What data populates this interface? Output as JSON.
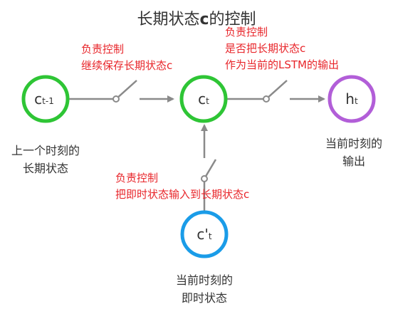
{
  "title": {
    "pre": "长期状态",
    "bold": "c",
    "post": "的控制"
  },
  "colors": {
    "green": "#2ec535",
    "purple": "#b25ed8",
    "blue": "#1a9ce8",
    "red": "#e8252a",
    "line": "#8a8a8a"
  },
  "nodes": {
    "c_prev": {
      "main": "c",
      "sub": "t-1"
    },
    "c_t": {
      "main": "c",
      "sub": "t"
    },
    "h_t": {
      "main": "h",
      "sub": "t"
    },
    "c_tilde": {
      "main": "c'",
      "sub": "t"
    }
  },
  "gates": {
    "forget": {
      "line1": "负责控制",
      "line2": "继续保存长期状态c"
    },
    "output": {
      "line1": "负责控制",
      "line2": "是否把长期状态c",
      "line3": "作为当前的LSTM的输出"
    },
    "input": {
      "line1": "负责控制",
      "line2": "把即时状态输入到长期状态c"
    }
  },
  "captions": {
    "c_prev": {
      "line1": "上一个时刻的",
      "line2": "长期状态"
    },
    "h_t": {
      "line1": "当前时刻的",
      "line2": "输出"
    },
    "c_tilde": {
      "line1": "当前时刻的",
      "line2": "即时状态"
    }
  }
}
